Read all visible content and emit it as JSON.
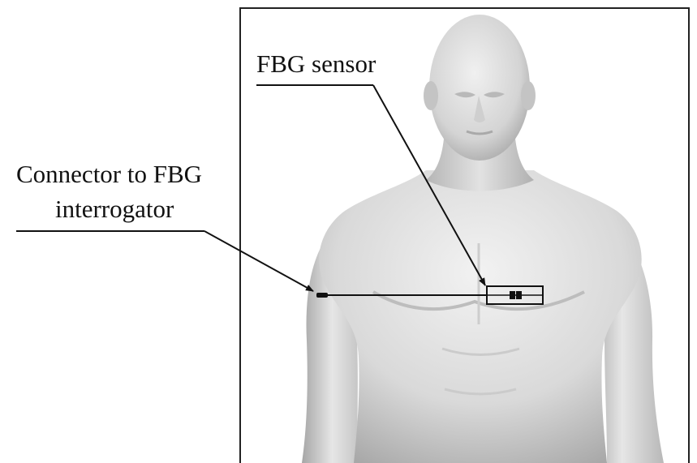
{
  "figure": {
    "labels": {
      "sensor": "FBG sensor",
      "connector_line1": "Connector to FBG",
      "connector_line2": "interrogator"
    },
    "colors": {
      "background": "#ffffff",
      "frame": "#222222",
      "ink": "#111111",
      "skin_light": "#f4f4f4",
      "skin_mid": "#d2d2d2",
      "skin_dark": "#9a9a9a"
    }
  }
}
